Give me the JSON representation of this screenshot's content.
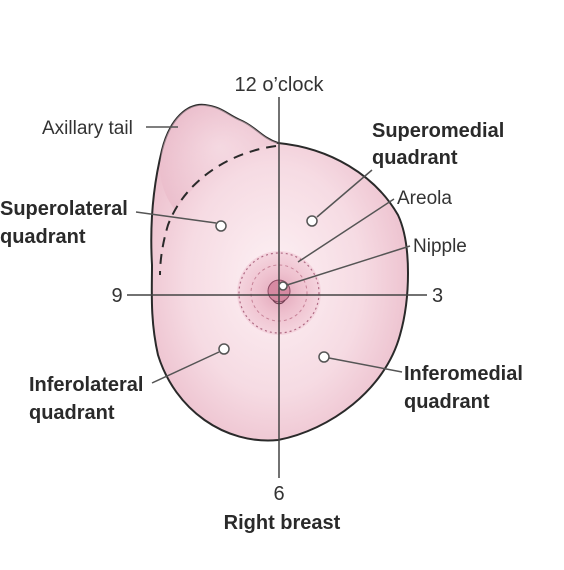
{
  "title": "Right breast",
  "clock": {
    "twelve": "12 o’clock",
    "three": "3",
    "six": "6",
    "nine": "9"
  },
  "labels": {
    "axillary_tail": "Axillary tail",
    "superomedial": [
      "Superomedial",
      "quadrant"
    ],
    "superolateral": [
      "Superolateral",
      "quadrant"
    ],
    "inferolateral": [
      "Inferolateral",
      "quadrant"
    ],
    "inferomedial": [
      "Inferomedial",
      "quadrant"
    ],
    "areola": "Areola",
    "nipple": "Nipple"
  },
  "colors": {
    "breast_fill": "#f0c7d2",
    "breast_highlight": "#fdf1f4",
    "outline": "#2a2a2a",
    "areola": "#e6a6ba",
    "leader_line": "#555555"
  }
}
